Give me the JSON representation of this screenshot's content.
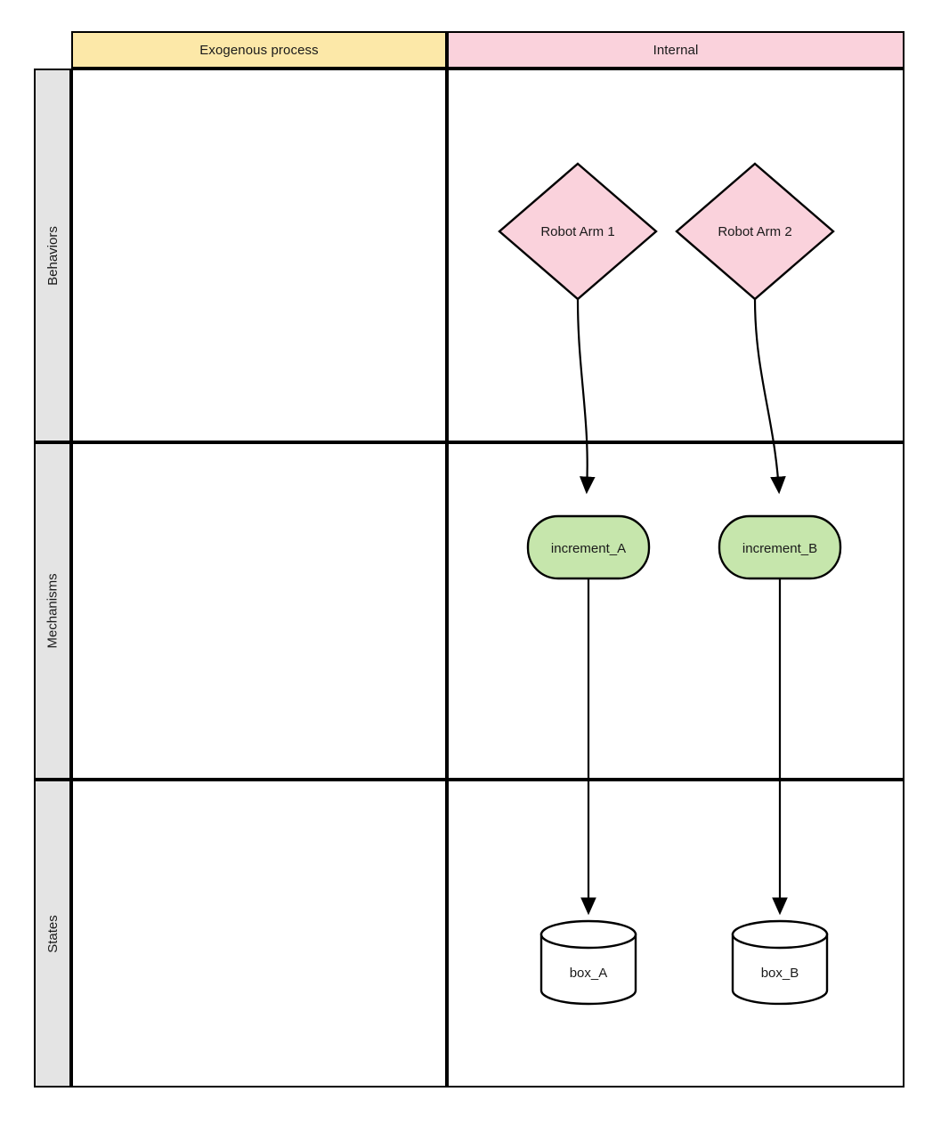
{
  "diagram": {
    "title": "Exogenous process / Internal layered system diagram",
    "type": "swimlane-layered-diagram",
    "columns": [
      {
        "id": "exogenous",
        "label": "Exogenous process",
        "color": "#FCE8A8"
      },
      {
        "id": "internal",
        "label": "Internal",
        "color": "#FAD2DC"
      }
    ],
    "rows": [
      {
        "id": "behaviors",
        "label": "Behaviors",
        "color": "#E4E4E4"
      },
      {
        "id": "mechanisms",
        "label": "Mechanisms",
        "color": "#E4E4E4"
      },
      {
        "id": "states",
        "label": "States",
        "color": "#E4E4E4"
      }
    ],
    "nodes": [
      {
        "id": "robot_arm_1",
        "label": "Robot Arm 1",
        "shape": "diamond",
        "row": "behaviors",
        "column": "internal",
        "fill": "#FAD2DC",
        "stroke": "#000000"
      },
      {
        "id": "robot_arm_2",
        "label": "Robot Arm 2",
        "shape": "diamond",
        "row": "behaviors",
        "column": "internal",
        "fill": "#FAD2DC",
        "stroke": "#000000"
      },
      {
        "id": "increment_a",
        "label": "increment_A",
        "shape": "rounded-rectangle",
        "row": "mechanisms",
        "column": "internal",
        "fill": "#C6E6AC",
        "stroke": "#000000"
      },
      {
        "id": "increment_b",
        "label": "increment_B",
        "shape": "rounded-rectangle",
        "row": "mechanisms",
        "column": "internal",
        "fill": "#C6E6AC",
        "stroke": "#000000"
      },
      {
        "id": "box_a",
        "label": "box_A",
        "shape": "cylinder",
        "row": "states",
        "column": "internal",
        "fill": "#FFFFFF",
        "stroke": "#000000"
      },
      {
        "id": "box_b",
        "label": "box_B",
        "shape": "cylinder",
        "row": "states",
        "column": "internal",
        "fill": "#FFFFFF",
        "stroke": "#000000"
      }
    ],
    "edges": [
      {
        "id": "e1",
        "from": "robot_arm_1",
        "to": "increment_a",
        "style": "curved-arrow"
      },
      {
        "id": "e2",
        "from": "robot_arm_2",
        "to": "increment_b",
        "style": "curved-arrow"
      },
      {
        "id": "e3",
        "from": "increment_a",
        "to": "box_a",
        "style": "straight-arrow"
      },
      {
        "id": "e4",
        "from": "increment_b",
        "to": "box_b",
        "style": "straight-arrow"
      }
    ]
  }
}
